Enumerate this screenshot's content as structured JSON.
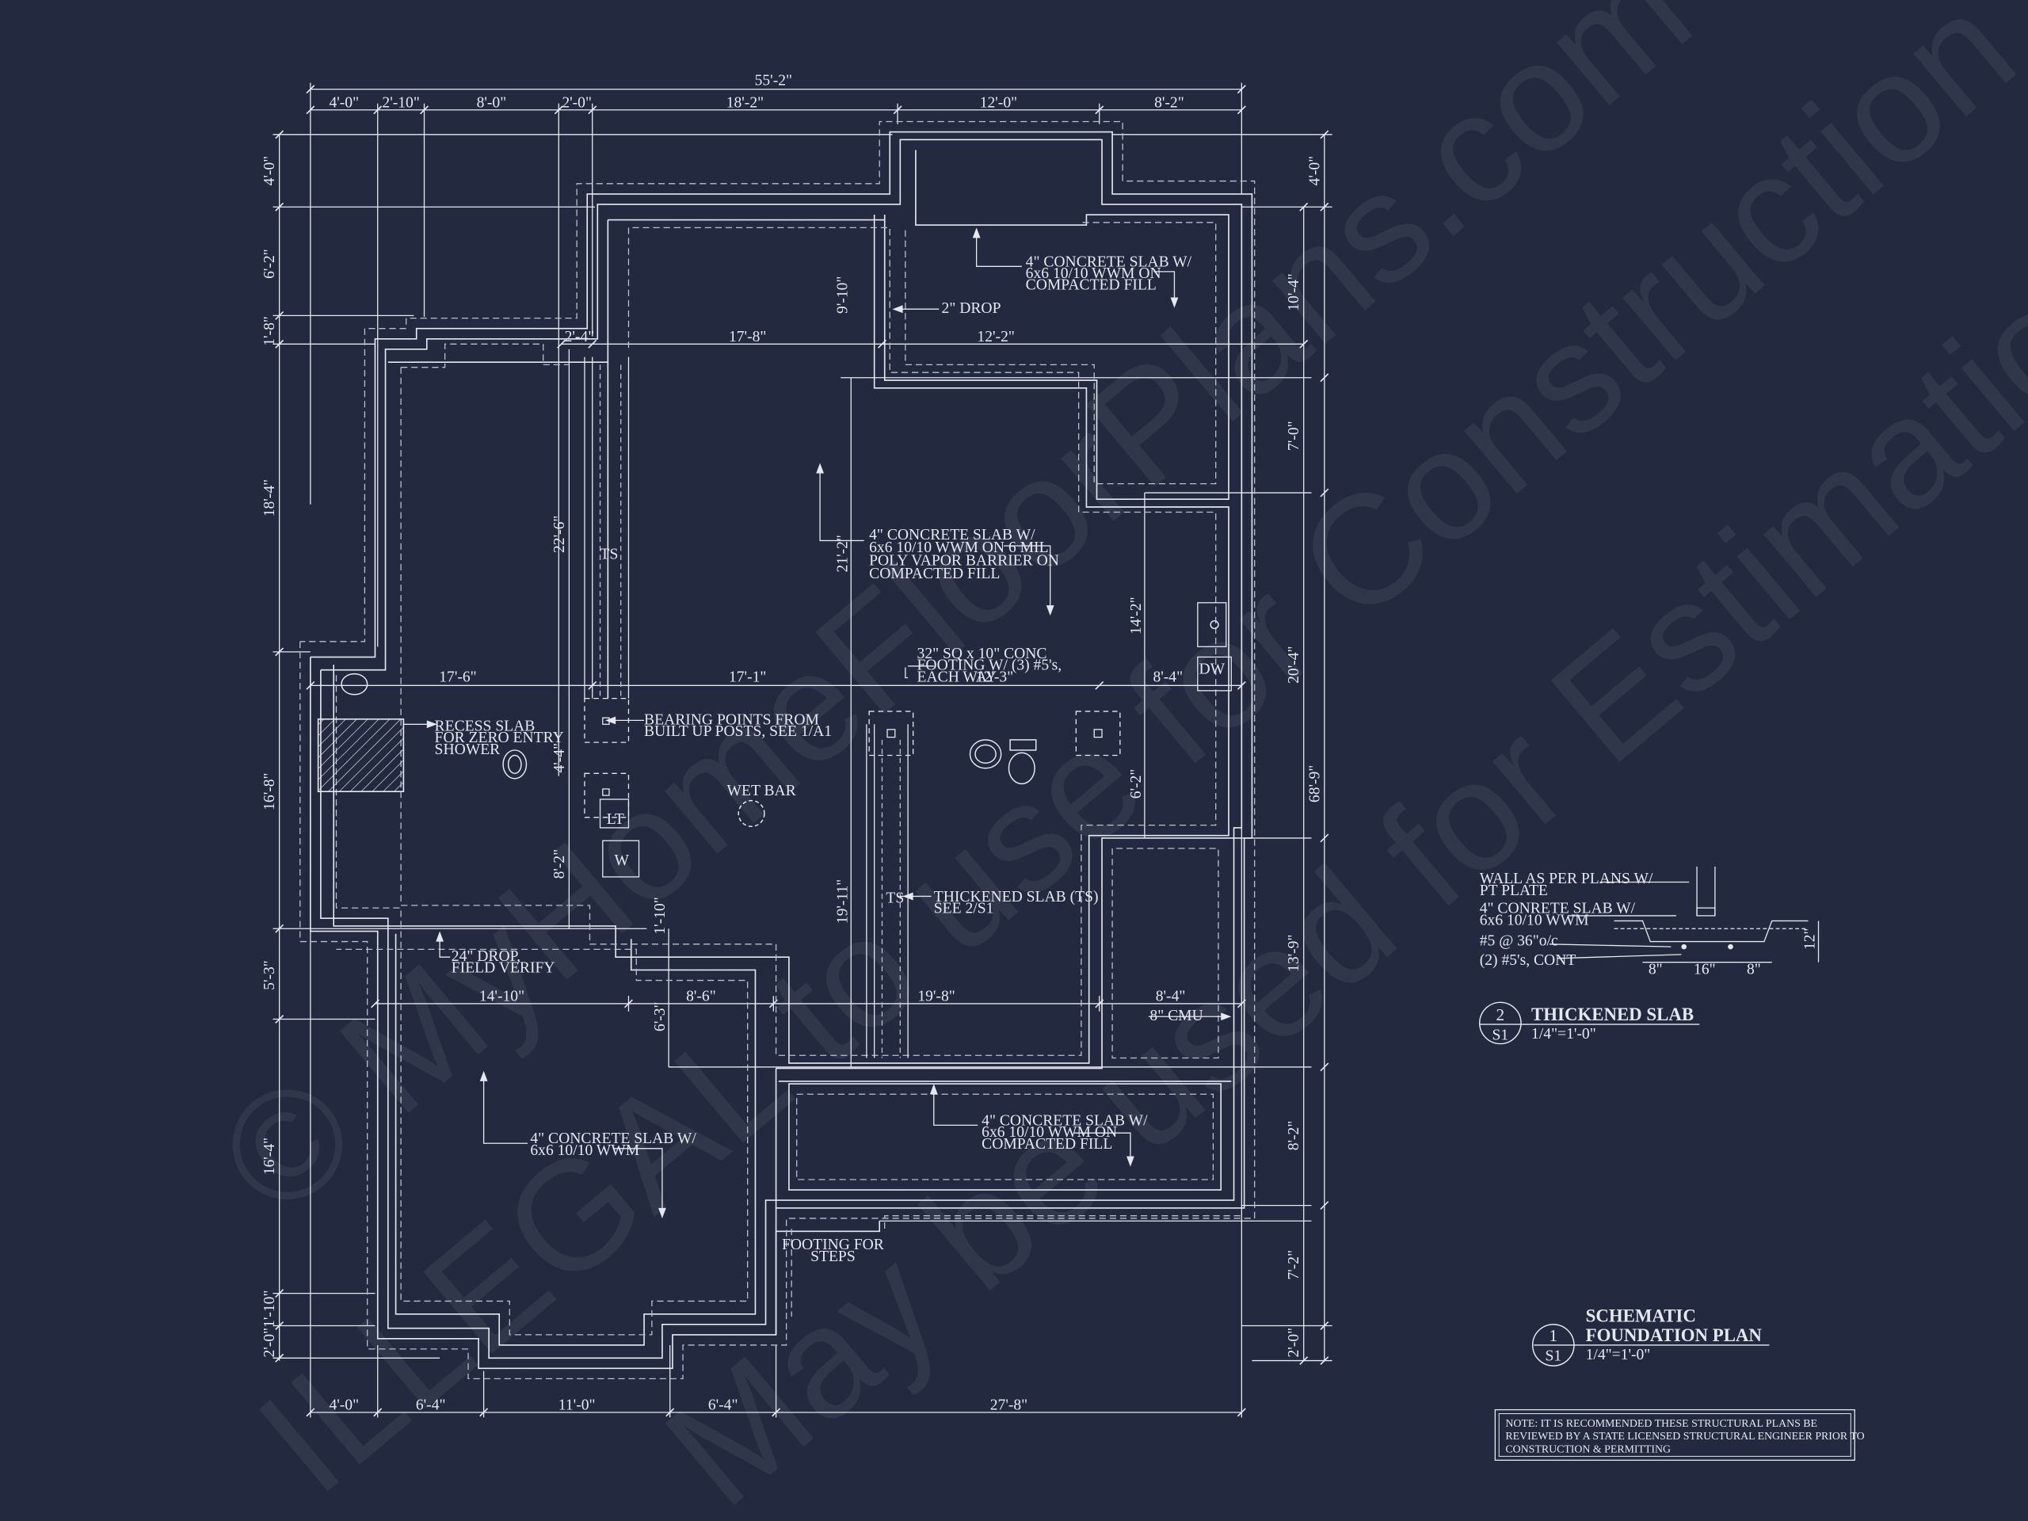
{
  "colors": {
    "background": "#232a40",
    "line": "#e6e8f0",
    "dashed": "#b9bed0",
    "watermark": "#ffffff"
  },
  "watermark": {
    "line1": "© MyHomeFloorPlans.com",
    "line2": "ILLEGAL to use for Construction",
    "line3": "May be used for Estimations"
  },
  "dimensions": {
    "overall_top": "55'-2\"",
    "top_segments": [
      "4'-0\"",
      "2'-10\"",
      "8'-0\"",
      "2'-0\"",
      "18'-2\"",
      "12'-0\"",
      "8'-2\""
    ],
    "bottom_segments": [
      "4'-0\"",
      "6'-4\"",
      "11'-0\"",
      "6'-4\"",
      "27'-8\""
    ],
    "left_segments": [
      "4'-0\"",
      "6'-2\"",
      "1'-8\"",
      "18'-4\"",
      "16'-8\"",
      "5'-3\"",
      "16'-4\"",
      "1'-10\"",
      "2'-0\""
    ],
    "right_segments": [
      "4'-0\"",
      "10'-4\"",
      "7'-0\"",
      "20'-4\"",
      "13'-9\"",
      "8'-2\"",
      "7'-2\"",
      "2'-0\""
    ],
    "right_overall": "68'-9\"",
    "interior": {
      "d_2_4": "2'-4\"",
      "d_17_8": "17'-8\"",
      "d_12_2": "12'-2\"",
      "d_9_10": "9'-10\"",
      "d_22_6": "22'-6\"",
      "d_21_2": "21'-2\"",
      "d_14_2": "14'-2\"",
      "d_17_6": "17'-6\"",
      "d_17_1": "17'-1\"",
      "d_8_4a": "8'-4\"",
      "d_12_3": "12'-3\"",
      "d_4_4": "4'-4\"",
      "d_6_2": "6'-2\"",
      "d_8_2": "8'-2\"",
      "d_19_11": "19'-11\"",
      "d_1_10": "1'-10\"",
      "d_14_10": "14'-10\"",
      "d_8_6": "8'-6\"",
      "d_19_8": "19'-8\"",
      "d_8_4b": "8'-4\"",
      "d_6_3": "6'-3\""
    }
  },
  "notes": {
    "slab_ne": [
      "4\" CONCRETE SLAB W/",
      "6x6 10/10 WWM ON",
      "COMPACTED FILL"
    ],
    "drop_2": "2\" DROP",
    "slab_main": [
      "4\" CONCRETE SLAB W/",
      "6x6 10/10 WWM ON 6 MIL",
      "POLY VAPOR BARRIER ON",
      "COMPACTED FILL"
    ],
    "ts_upper": "TS",
    "footing_32": [
      "32\" SQ x 10\" CONC",
      "FOOTING W/ (3) #5's,",
      "EACH WAY"
    ],
    "bearing": [
      "BEARING POINTS FROM",
      "BUILT UP POSTS, SEE 1/A1"
    ],
    "recess": [
      "RECESS SLAB",
      "FOR ZERO ENTRY",
      "SHOWER"
    ],
    "wet_bar": "WET BAR",
    "lt": "LT",
    "w": "W",
    "dw": "DW",
    "thickened": [
      "THICKENED SLAB (TS)",
      "SEE 2/S1"
    ],
    "ts_lower": "TS",
    "drop_24": [
      "24\" DROP,",
      "FIELD VERIFY"
    ],
    "cmu": "8\" CMU",
    "slab_sw": [
      "4\" CONCRETE SLAB W/",
      "6x6 10/10 WWM"
    ],
    "slab_se": [
      "4\" CONCRETE SLAB W/",
      "6x6 10/10 WWM ON",
      "COMPACTED FILL"
    ],
    "steps": [
      "FOOTING FOR",
      "STEPS"
    ]
  },
  "detail": {
    "labels": [
      "WALL AS PER PLANS W/",
      "PT PLATE",
      "4\" CONRETE SLAB W/",
      "6x6 10/10 WWM",
      "#5 @ 36\"o/c",
      "(2) #5's, CONT"
    ],
    "dims": [
      "8\"",
      "16\"",
      "8\"",
      "12\""
    ],
    "number": "2",
    "sheet": "S1",
    "title": "THICKENED SLAB",
    "scale": "1/4\"=1'-0\""
  },
  "plan_title": {
    "number": "1",
    "sheet": "S1",
    "line1": "SCHEMATIC",
    "line2": "FOUNDATION PLAN",
    "scale": "1/4\"=1'-0\""
  },
  "disclaimer": [
    "NOTE: IT IS RECOMMENDED THESE STRUCTURAL PLANS BE",
    "REVIEWED BY A STATE LICENSED STRUCTURAL ENGINEER PRIOR TO",
    "CONSTRUCTION & PERMITTING"
  ]
}
